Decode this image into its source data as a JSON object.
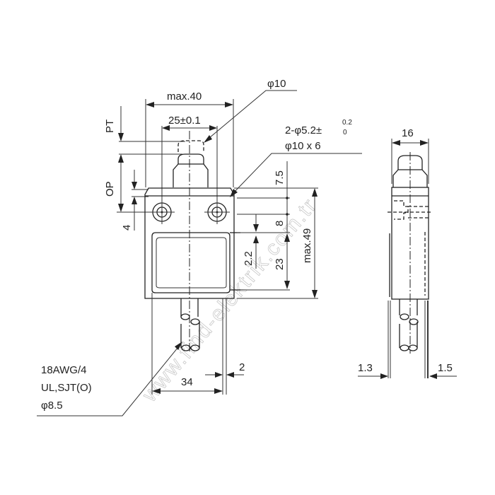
{
  "drawing": {
    "title": "Limit switch dimensional drawing",
    "front_view": {
      "dimensions": {
        "overall_width": "max.40",
        "hole_spacing": "25±0.1",
        "plunger_tip": "φ10",
        "mount_holes_line1": "2-φ5.2±",
        "mount_holes_tol_upper": "0.2",
        "mount_holes_tol_lower": "0",
        "mount_holes_line2": "φ10 x 6",
        "pretravel": "PT",
        "operating_position": "OP",
        "flange_offset": "4",
        "top_to_flange": "7.5",
        "hole_to_window": "8",
        "window_offset": "2.2",
        "window_height": "23",
        "overall_height": "max.49",
        "bottom_width": "34",
        "side_gap": "2"
      },
      "cable_note": {
        "line1": "18AWG/4",
        "line2": "UL,SJT(O)",
        "line3": "φ8.5"
      }
    },
    "side_view": {
      "dimensions": {
        "plunger_width": "16",
        "left_offset": "1.3",
        "right_offset": "1.5"
      }
    },
    "watermark": "www.find-elektrik.com.tr",
    "colors": {
      "line": "#222222",
      "background": "#ffffff",
      "watermark": "#c8c8c8"
    }
  }
}
